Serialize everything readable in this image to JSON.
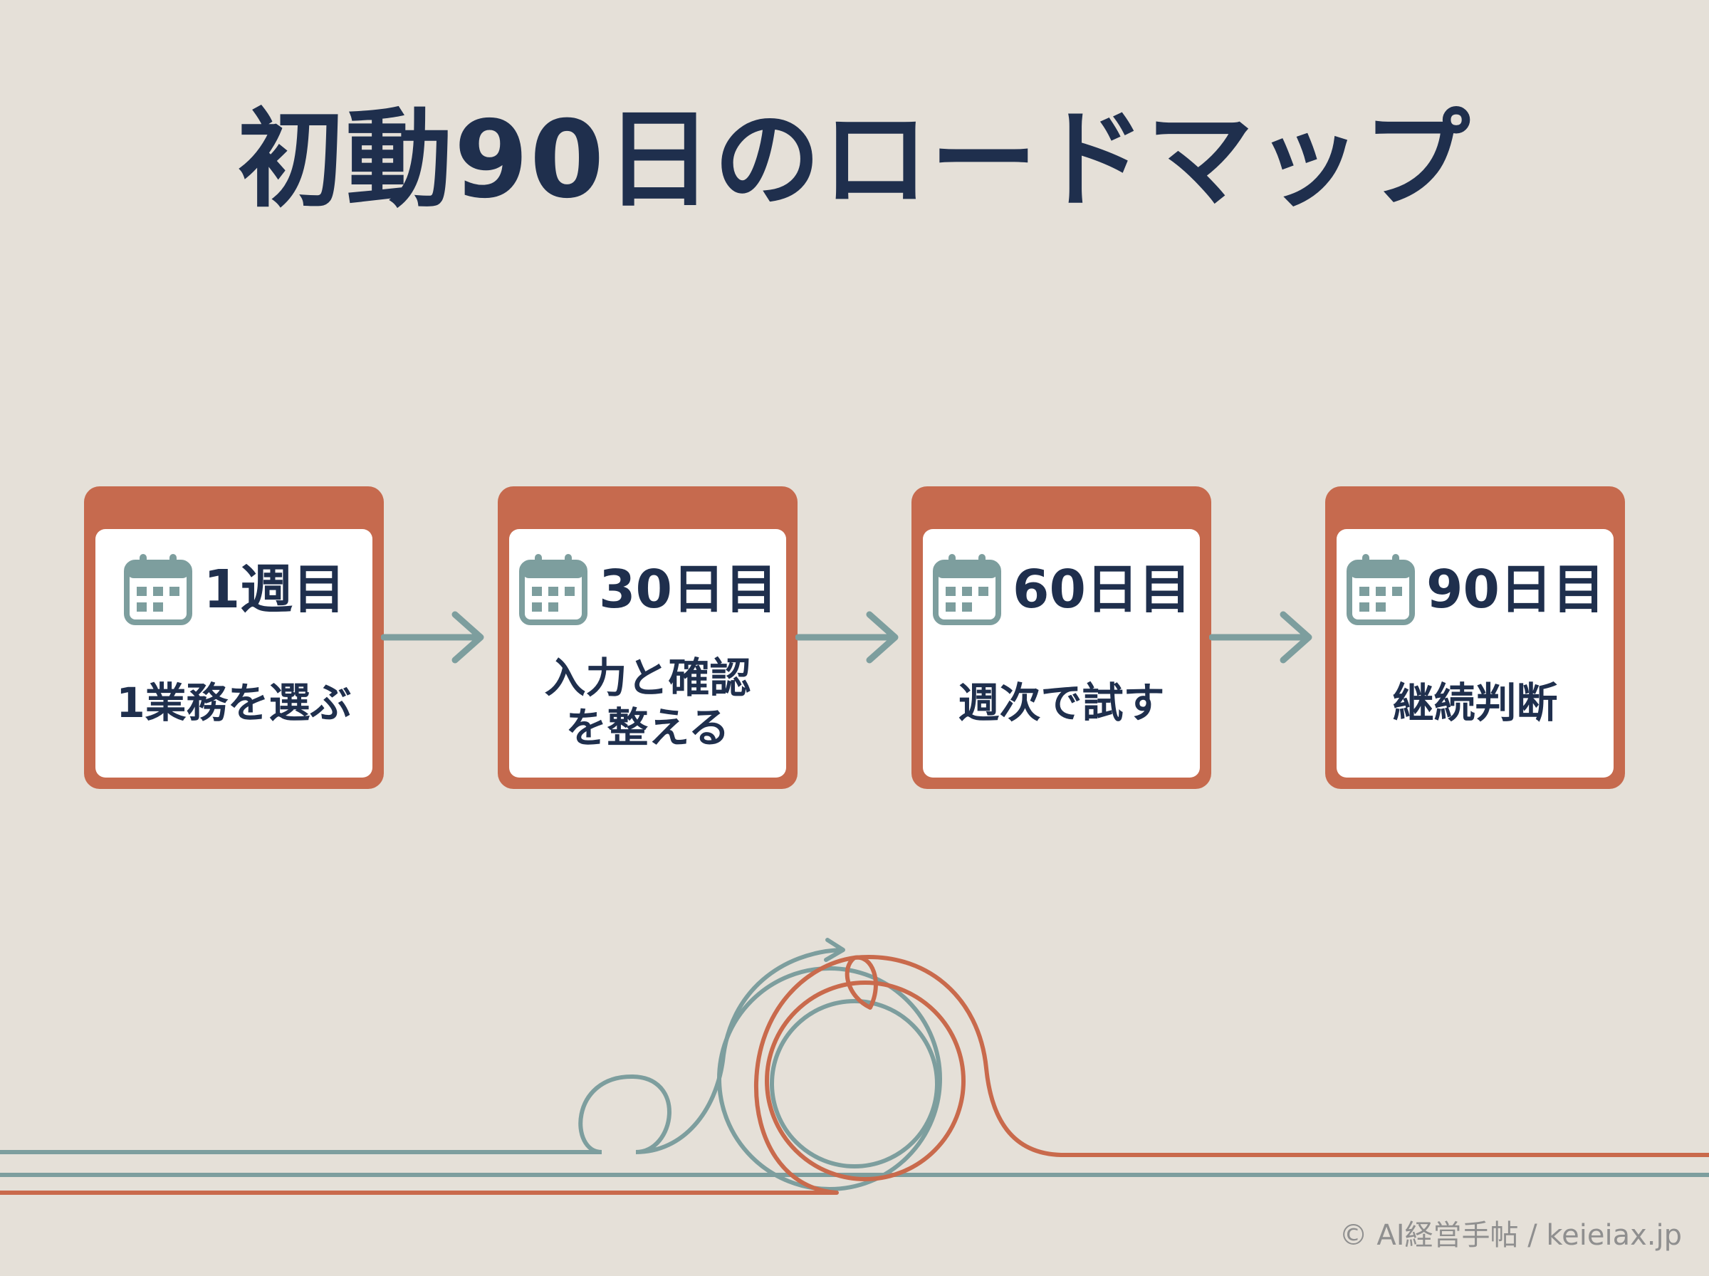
{
  "title": "初動90日のロードマップ",
  "steps": [
    {
      "period": "1週目",
      "task": "1業務を選ぶ"
    },
    {
      "period": "30日目",
      "task": "入力と確認\nを整える"
    },
    {
      "period": "60日目",
      "task": "週次で試す"
    },
    {
      "period": "90日目",
      "task": "継続判断"
    }
  ],
  "icons": {
    "step": "calendar-icon",
    "connector": "arrow-right-icon"
  },
  "colors": {
    "background": "#e5e0d8",
    "card_frame": "#c66a4e",
    "text": "#1f2f4d",
    "teal": "#7d9e9e",
    "orange": "#c96a4c"
  },
  "footer": "© AI経営手帖 / keieiax.jp"
}
